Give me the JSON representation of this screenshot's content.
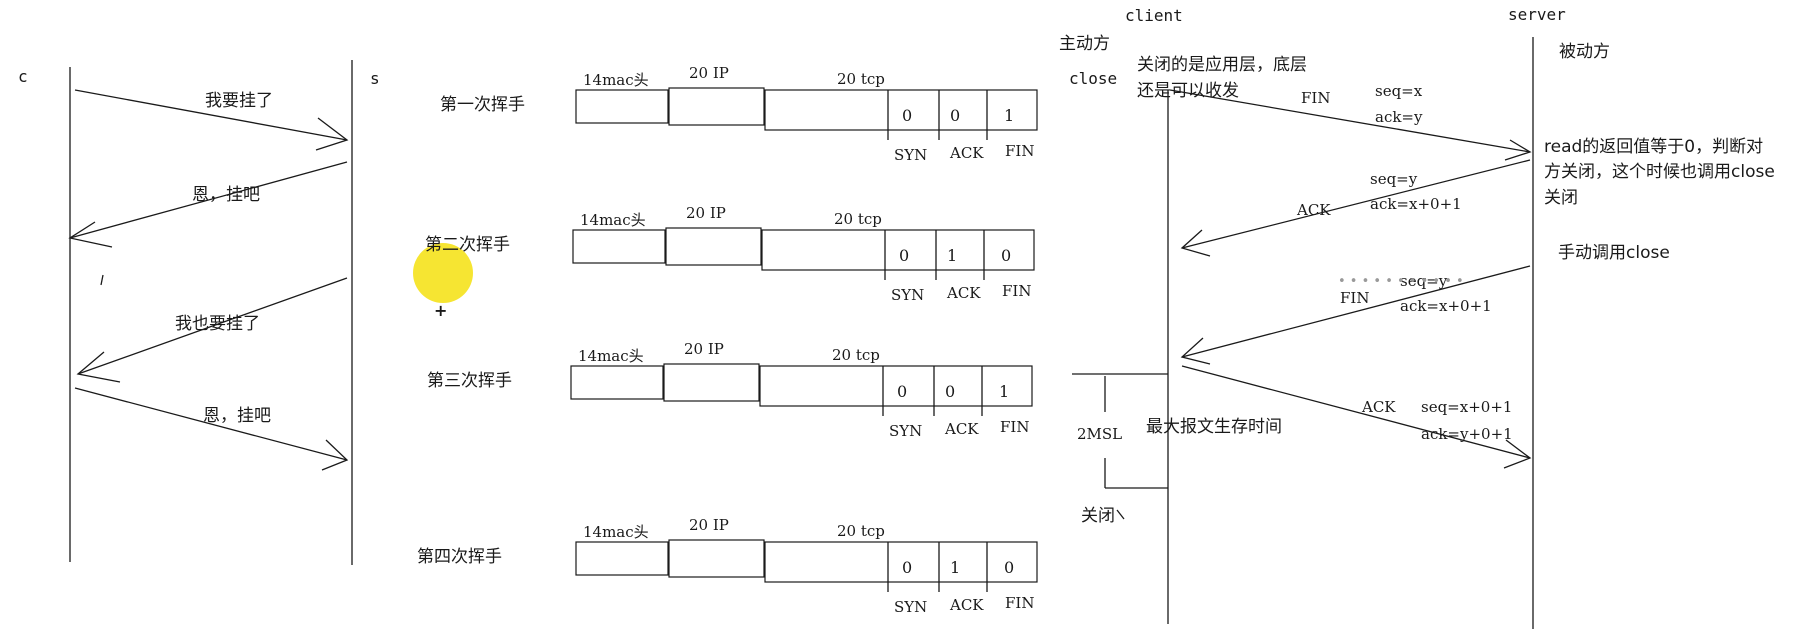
{
  "left": {
    "c_label": "c",
    "s_label": "s",
    "msg1": "我要挂了",
    "msg2": "恩，挂吧",
    "msg3": "我也要挂了",
    "msg4": "恩，挂吧"
  },
  "headers": {
    "mac": "14mac头",
    "ip": "20 IP",
    "tcp": "20 tcp",
    "flag_syn": "SYN",
    "flag_ack": "ACK",
    "flag_fin": "FIN"
  },
  "handshakes": [
    {
      "label": "第一次挥手",
      "bits": [
        "0",
        "0",
        "1"
      ]
    },
    {
      "label": "第二次挥手",
      "bits": [
        "0",
        "1",
        "0"
      ]
    },
    {
      "label": "第三次挥手",
      "bits": [
        "0",
        "0",
        "1"
      ]
    },
    {
      "label": "第四次挥手",
      "bits": [
        "0",
        "1",
        "0"
      ]
    }
  ],
  "right": {
    "client_label": "client",
    "server_label": "server",
    "active_label": "主动方",
    "passive_label": "被动方",
    "close_label": "close",
    "note_app_layer_1": "关闭的是应用层，底层",
    "note_app_layer_2": "还是可以收发",
    "fin1_label": "FIN",
    "fin1_seq": "seq=x",
    "fin1_ack": "ack=y",
    "read_note_1": "read的返回值等于0，判断对",
    "read_note_2": "方关闭，这个时候也调用close",
    "read_note_3": "关闭",
    "ack1_label": "ACK",
    "ack1_seq": "seq=y",
    "ack1_ack": "ack=x+0+1",
    "manual_close": "手动调用close",
    "fin2_label": "FIN",
    "fin2_seq": "seq=y",
    "fin2_ack": "ack=x+0+1",
    "ack2_label": "ACK",
    "ack2_seq": "seq=x+0+1",
    "ack2_ack": "ack=y+0+1",
    "msl_label": "2MSL",
    "msl_note": "最大报文生存时间",
    "closed_label": "关闭"
  }
}
